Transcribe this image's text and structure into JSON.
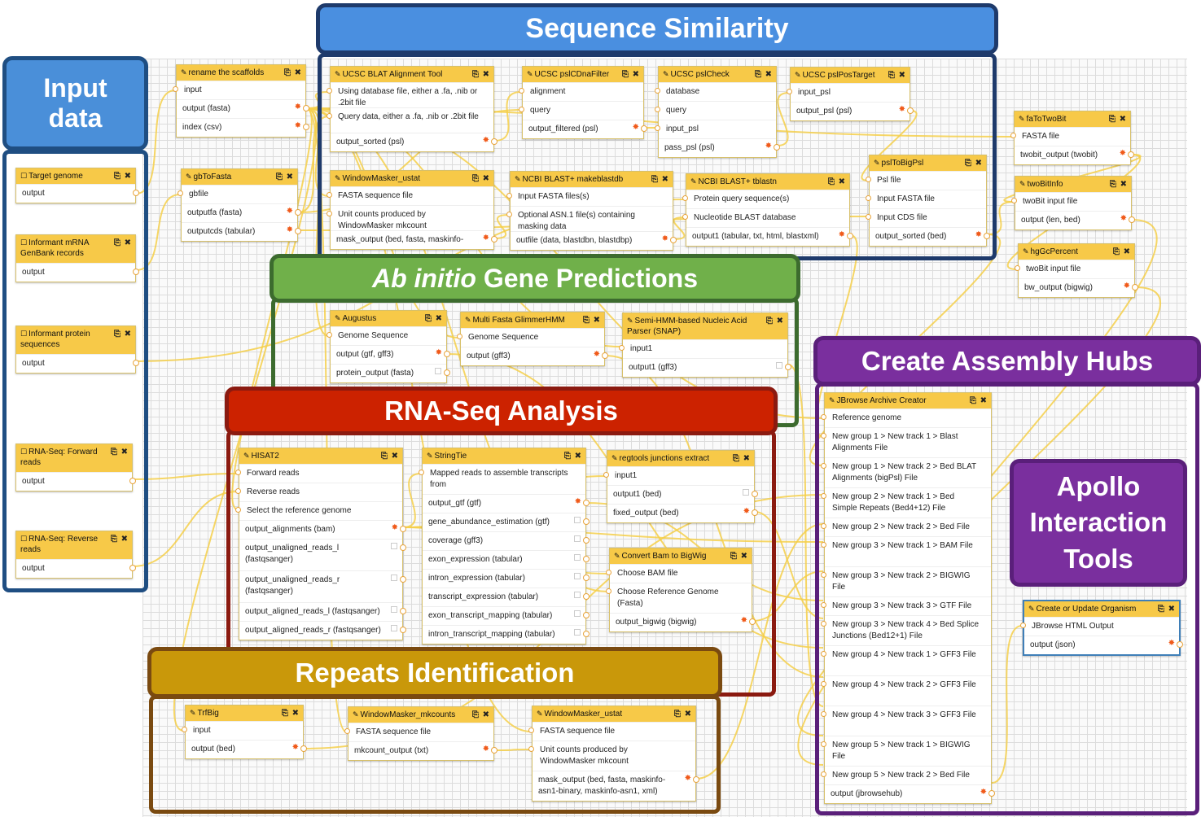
{
  "groups": {
    "input_data": {
      "label": "Input data",
      "color": "#4a8fd9",
      "border": "#1f4e82"
    },
    "sequence_similarity": {
      "label": "Sequence Similarity",
      "color": "#4a8fe0",
      "border": "#1e3a6b"
    },
    "ab_initio": {
      "label_italic": "Ab initio",
      "label_rest": " Gene Predictions",
      "color": "#70b04a",
      "border": "#3c6b2e"
    },
    "rna_seq": {
      "label": "RNA-Seq Analysis",
      "color": "#cc2200",
      "border": "#8b1a10"
    },
    "repeats": {
      "label": "Repeats Identification",
      "color": "#c9980a",
      "border": "#7a4a10"
    },
    "assembly_hubs": {
      "label": "Create Assembly Hubs",
      "color": "#7a2f9e",
      "border": "#5a1f7a"
    },
    "apollo": {
      "label": "Apollo Interaction Tools",
      "color": "#7a2f9e",
      "border": "#5a1f7a"
    }
  },
  "nodes": {
    "target_genome": {
      "title": "Target genome",
      "outputs": [
        "output"
      ]
    },
    "informant_mrna": {
      "title": "Informant mRNA GenBank records",
      "outputs": [
        "output"
      ]
    },
    "informant_protein": {
      "title": "Informant protein sequences",
      "outputs": [
        "output"
      ]
    },
    "rnaseq_forward": {
      "title": "RNA-Seq: Forward reads",
      "outputs": [
        "output"
      ]
    },
    "rnaseq_reverse": {
      "title": "RNA-Seq: Reverse reads",
      "outputs": [
        "output"
      ]
    },
    "rename_scaffolds": {
      "title": "rename the scaffolds",
      "inputs": [
        "input"
      ],
      "outputs": [
        "output (fasta)",
        "index (csv)"
      ]
    },
    "gbtofasta": {
      "title": "gbToFasta",
      "inputs": [
        "gbfile"
      ],
      "outputs": [
        "outputfa (fasta)",
        "outputcds (tabular)"
      ]
    },
    "blat": {
      "title": "UCSC BLAT Alignment Tool",
      "inputs": [
        "Using database file, either a .fa, .nib or .2bit file",
        "Query data, either a .fa, .nib or .2bit file"
      ],
      "outputs": [
        "output_sorted (psl)"
      ]
    },
    "pslcdnafilter": {
      "title": "UCSC pslCDnaFilter",
      "inputs": [
        "alignment",
        "query"
      ],
      "outputs": [
        "output_filtered (psl)"
      ]
    },
    "pslcheck": {
      "title": "UCSC pslCheck",
      "inputs": [
        "database",
        "query",
        "input_psl"
      ],
      "outputs": [
        "pass_psl (psl)"
      ]
    },
    "pslpostarget": {
      "title": "UCSC pslPosTarget",
      "inputs": [
        "input_psl"
      ],
      "outputs": [
        "output_psl (psl)"
      ]
    },
    "fatotwobit": {
      "title": "faToTwoBit",
      "inputs": [
        "FASTA file"
      ],
      "outputs": [
        "twobit_output (twobit)"
      ]
    },
    "twobitinfo": {
      "title": "twoBitInfo",
      "inputs": [
        "twoBit input file"
      ],
      "outputs": [
        "output (len, bed)"
      ]
    },
    "hggcpercent": {
      "title": "hgGcPercent",
      "inputs": [
        "twoBit input file"
      ],
      "outputs": [
        "bw_output (bigwig)"
      ]
    },
    "windowmasker_ustat_top": {
      "title": "WindowMasker_ustat",
      "inputs": [
        "FASTA sequence file",
        "Unit counts produced by WindowMasker mkcount"
      ],
      "outputs": [
        "mask_output (bed, fasta, maskinfo-"
      ]
    },
    "makeblastdb": {
      "title": "NCBI BLAST+ makeblastdb",
      "inputs": [
        "Input FASTA files(s)",
        "Optional ASN.1 file(s) containing masking data"
      ],
      "outputs": [
        "outfile (data, blastdbn, blastdbp)"
      ]
    },
    "tblastn": {
      "title": "NCBI BLAST+ tblastn",
      "inputs": [
        "Protein query sequence(s)",
        "Nucleotide BLAST database"
      ],
      "outputs": [
        "output1 (tabular, txt, html, blastxml)"
      ]
    },
    "psltobigpsl": {
      "title": "pslToBigPsl",
      "inputs": [
        "Psl file",
        "Input FASTA file",
        "Input CDS file"
      ],
      "outputs": [
        "output_sorted (bed)"
      ]
    },
    "augustus": {
      "title": "Augustus",
      "inputs": [
        "Genome Sequence"
      ],
      "outputs": [
        "output (gtf, gff3)",
        "protein_output (fasta)"
      ]
    },
    "glimmerhmm": {
      "title": "Multi Fasta GlimmerHMM",
      "inputs": [
        "Genome Sequence"
      ],
      "outputs": [
        "output (gff3)"
      ]
    },
    "snap": {
      "title": "Semi-HMM-based Nucleic Acid Parser (SNAP)",
      "inputs": [
        "input1"
      ],
      "outputs": [
        "output1 (gff3)"
      ]
    },
    "hisat2": {
      "title": "HISAT2",
      "inputs": [
        "Forward reads",
        "Reverse reads",
        "Select the reference genome"
      ],
      "outputs": [
        "output_alignments (bam)",
        "output_unaligned_reads_l (fastqsanger)",
        "output_unaligned_reads_r (fastqsanger)",
        "output_aligned_reads_l (fastqsanger)",
        "output_aligned_reads_r (fastqsanger)"
      ]
    },
    "stringtie": {
      "title": "StringTie",
      "inputs": [
        "Mapped reads to assemble transcripts from"
      ],
      "outputs": [
        "output_gtf (gtf)",
        "gene_abundance_estimation (gtf)",
        "coverage (gff3)",
        "exon_expression (tabular)",
        "intron_expression (tabular)",
        "transcript_expression (tabular)",
        "exon_transcript_mapping (tabular)",
        "intron_transcript_mapping (tabular)"
      ]
    },
    "regtools": {
      "title": "regtools junctions extract",
      "inputs": [
        "input1"
      ],
      "outputs": [
        "output1 (bed)",
        "fixed_output (bed)"
      ]
    },
    "bam2bigwig": {
      "title": "Convert Bam to BigWig",
      "inputs": [
        "Choose BAM file",
        "Choose Reference Genome (Fasta)"
      ],
      "outputs": [
        "output_bigwig (bigwig)"
      ]
    },
    "trfbig": {
      "title": "TrfBig",
      "inputs": [
        "input"
      ],
      "outputs": [
        "output (bed)"
      ]
    },
    "wm_mkcounts": {
      "title": "WindowMasker_mkcounts",
      "inputs": [
        "FASTA sequence file"
      ],
      "outputs": [
        "mkcount_output (txt)"
      ]
    },
    "wm_ustat_bottom": {
      "title": "WindowMasker_ustat",
      "inputs": [
        "FASTA sequence file",
        "Unit counts produced by WindowMasker mkcount"
      ],
      "outputs": [
        "mask_output (bed, fasta, maskinfo-asn1-binary, maskinfo-asn1, xml)"
      ]
    },
    "jbrowse_archive": {
      "title": "JBrowse Archive Creator",
      "inputs": [
        "Reference genome",
        "New group 1 > New track 1 > Blast Alignments File",
        "New group 1 > New track 2 > Bed BLAT Alignments (bigPsl) File",
        "New group 2 > New track 1 > Bed Simple Repeats (Bed4+12) File",
        "New group 2 > New track 2 > Bed File",
        "New group 3 > New track 1 > BAM File",
        "New group 3 > New track 2 > BIGWIG File",
        "New group 3 > New track 3 > GTF File",
        "New group 3 > New track 4 > Bed Splice Junctions (Bed12+1) File",
        "New group 4 > New track 1 > GFF3 File",
        "New group 4 > New track 2 > GFF3 File",
        "New group 4 > New track 3 > GFF3 File",
        "New group 5 > New track 1 > BIGWIG File",
        "New group 5 > New track 2 > Bed File"
      ],
      "outputs": [
        "output (jbrowsehub)"
      ]
    },
    "create_organism": {
      "title": "Create or Update Organism",
      "inputs": [
        "JBrowse HTML Output"
      ],
      "outputs": [
        "output (json)"
      ]
    }
  },
  "icons": {
    "tool": "wrench-icon",
    "dataset": "file-icon",
    "copy": "copy-icon",
    "close": "close-icon"
  }
}
